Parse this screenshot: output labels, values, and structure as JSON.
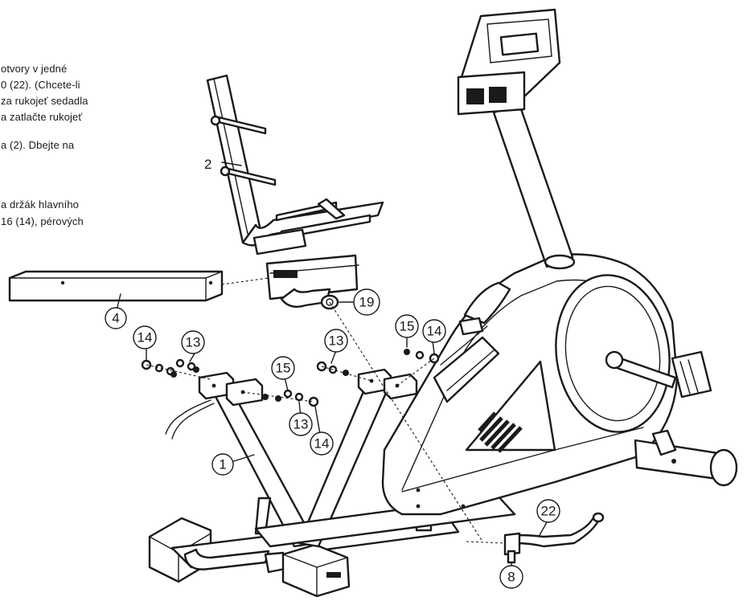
{
  "instructions": {
    "line1": "otvory v jedné",
    "line2": "0  (22).  (Chcete-li",
    "line3": "za rukojeť sedadla",
    "line4": "a zatlačte rukojeť",
    "line5": "a (2).  Dbejte  na",
    "line6": "a  držák hlavního",
    "line7": "16 (14), pérových"
  },
  "labels": {
    "backrest": "2",
    "frame": "1",
    "stabilizer": "4",
    "seat_knob": "19",
    "washer_left": "13",
    "bolt_left": "14",
    "washer_mid": "13",
    "spring_washer_mid": "15",
    "washer_mid_low": "13",
    "bolt_mid_low": "14",
    "spring_washer_right": "15",
    "bolt_right": "14",
    "lever": "22",
    "pin": "8"
  }
}
